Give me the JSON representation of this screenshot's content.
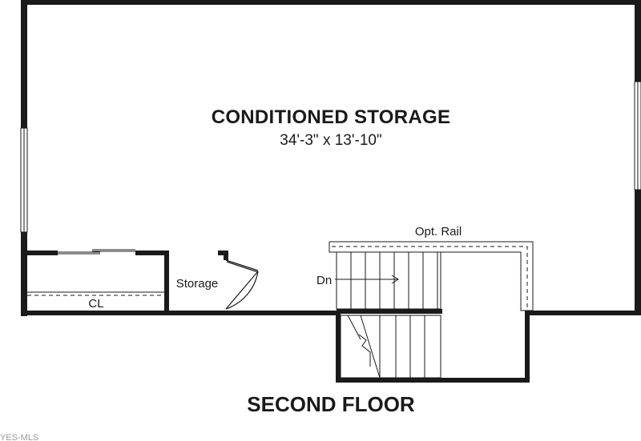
{
  "plan": {
    "room_main": {
      "name": "CONDITIONED STORAGE",
      "dimensions": "34'-3\" x 13'-10\""
    },
    "rail_label": "Opt. Rail",
    "stair_label": "Dn",
    "storage_label": "Storage",
    "closet_label": "CL",
    "floor_title": "SECOND FLOOR",
    "watermark": "YES-MLS"
  }
}
